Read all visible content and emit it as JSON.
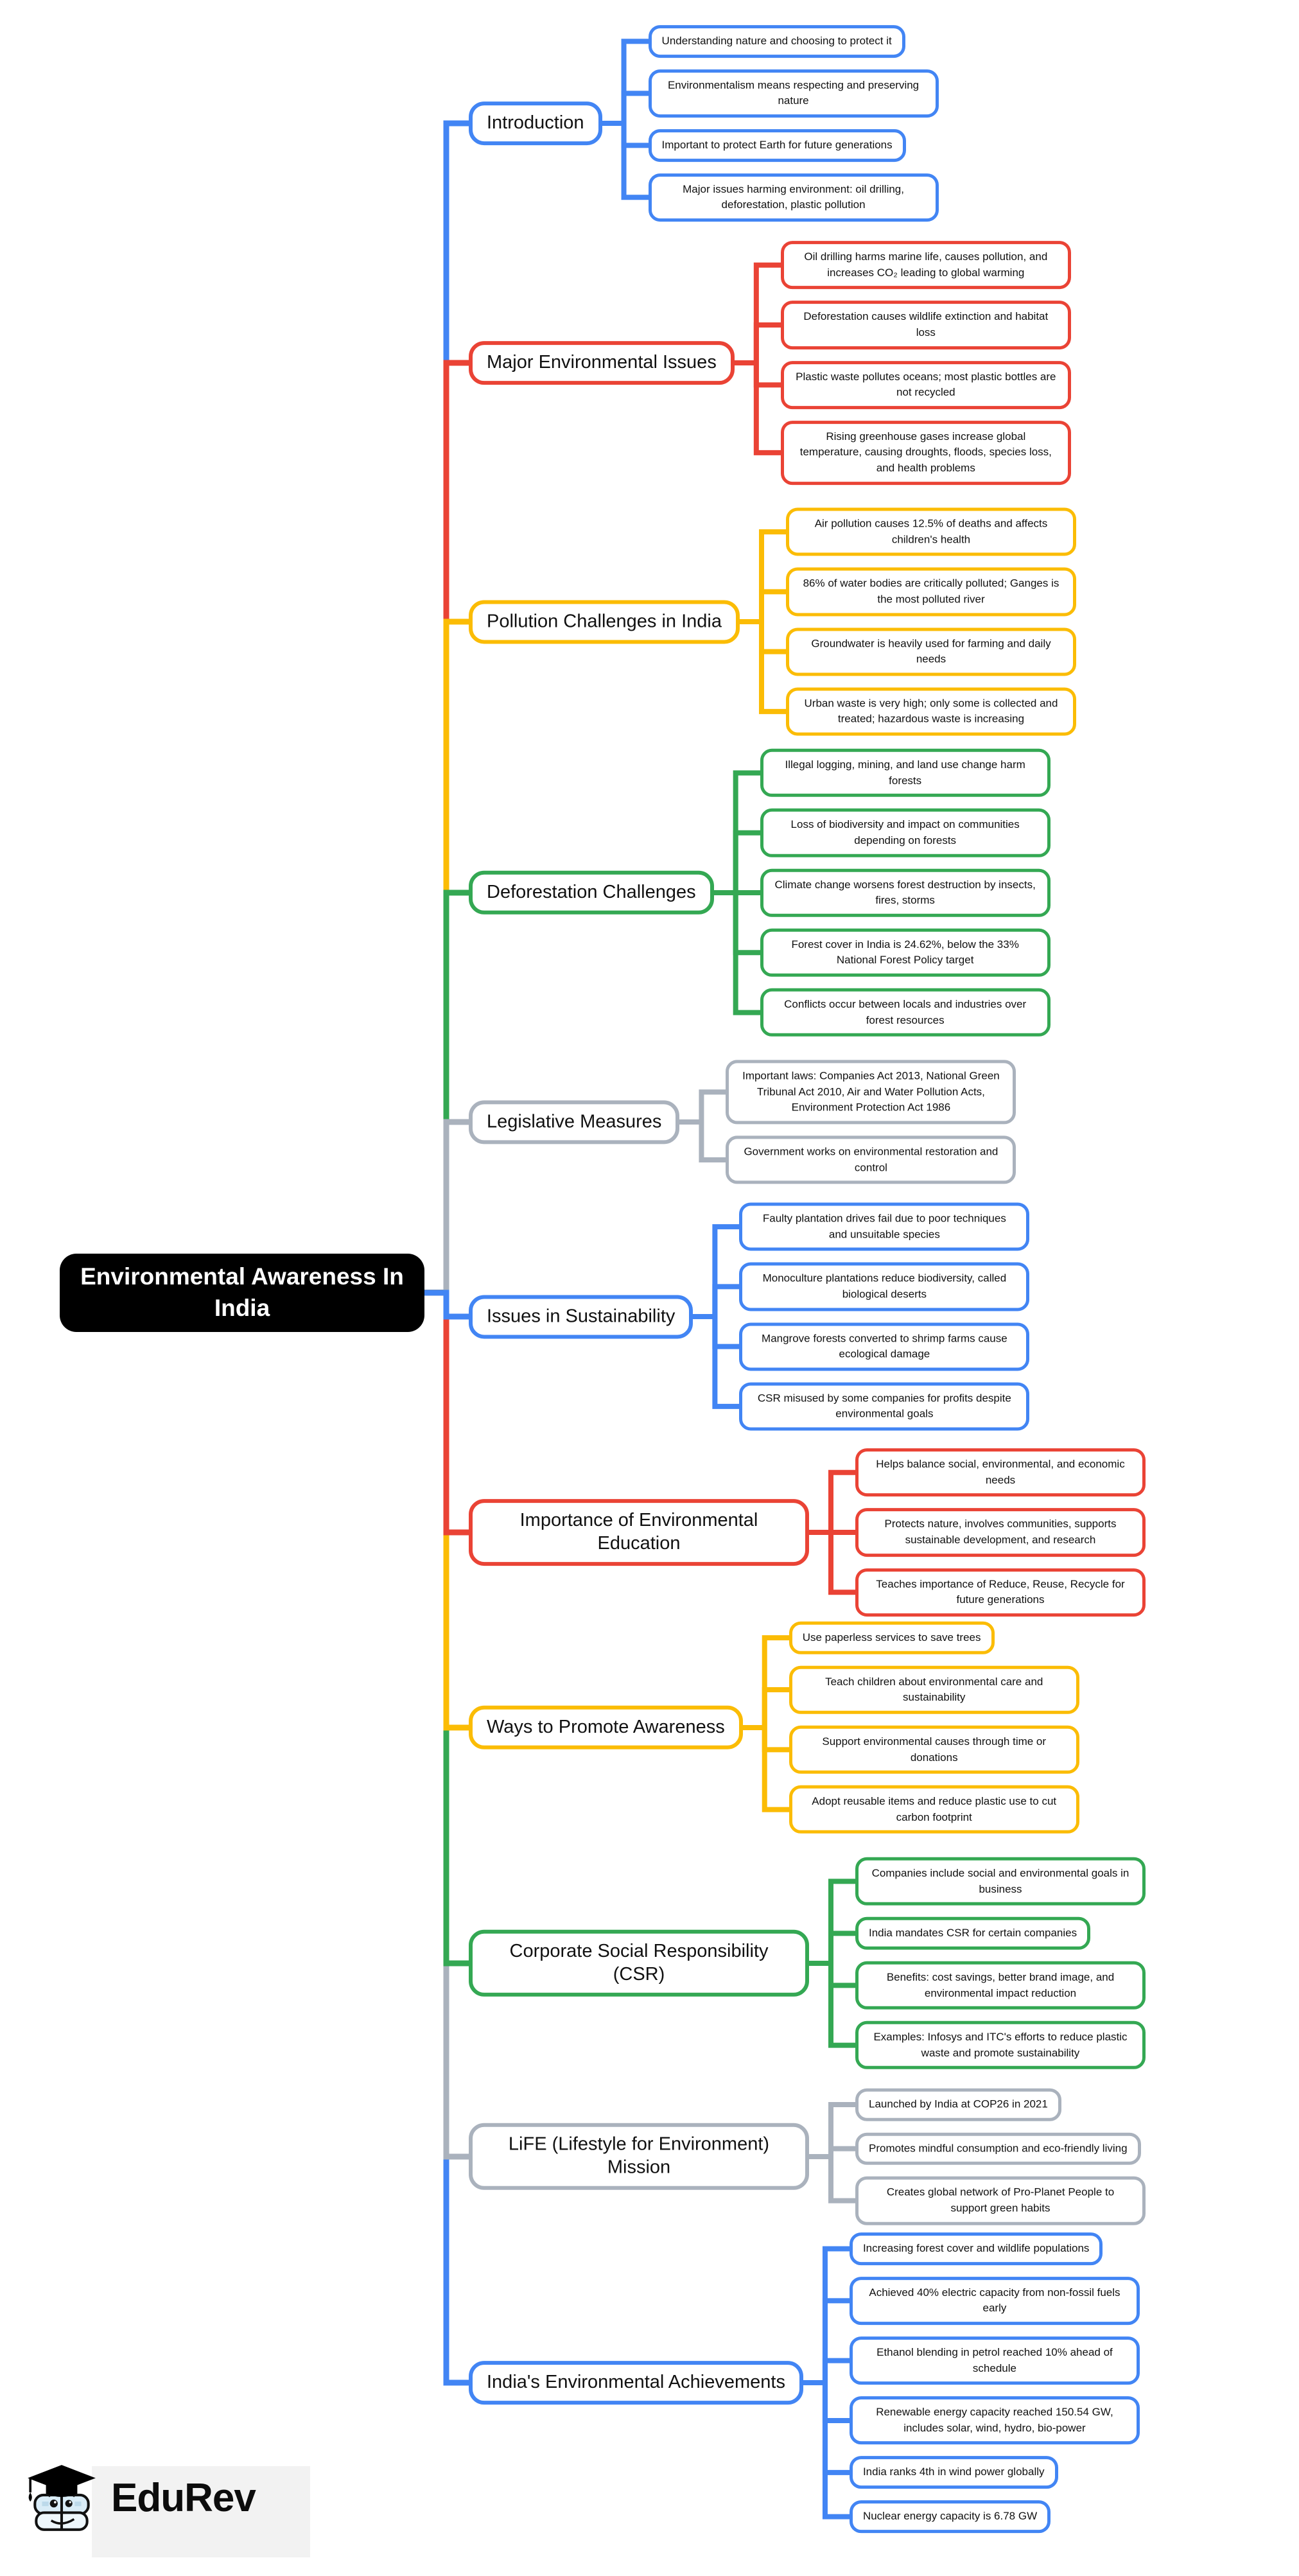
{
  "root": {
    "title": "Environmental Awareness In India",
    "background": "#000000",
    "text_color": "#ffffff"
  },
  "branches": [
    {
      "id": "introduction",
      "label": "Introduction",
      "color": "#4285F4",
      "children": [
        "Understanding nature and choosing to protect it",
        "Environmentalism means respecting and preserving nature",
        "Important to protect Earth for future generations",
        "Major issues harming environment: oil drilling, deforestation, plastic pollution"
      ]
    },
    {
      "id": "major-environmental-issues",
      "label": "Major Environmental Issues",
      "color": "#EA4335",
      "children": [
        "Oil drilling harms marine life, causes pollution, and increases CO₂ leading to global warming",
        "Deforestation causes wildlife extinction and habitat loss",
        "Plastic waste pollutes oceans; most plastic bottles are not recycled",
        "Rising greenhouse gases increase global temperature, causing droughts, floods, species loss, and health problems"
      ]
    },
    {
      "id": "pollution-challenges-in-india",
      "label": "Pollution Challenges in India",
      "color": "#FBBC05",
      "children": [
        "Air pollution causes 12.5% of deaths and affects children's health",
        "86% of water bodies are critically polluted; Ganges is the most polluted river",
        "Groundwater is heavily used for farming and daily needs",
        "Urban waste is very high; only some is collected and treated; hazardous waste is increasing"
      ]
    },
    {
      "id": "deforestation-challenges",
      "label": "Deforestation Challenges",
      "color": "#34A853",
      "children": [
        "Illegal logging, mining, and land use change harm forests",
        "Loss of biodiversity and impact on communities depending on forests",
        "Climate change worsens forest destruction by insects, fires, storms",
        "Forest cover in India is 24.62%, below the 33% National Forest Policy target",
        "Conflicts occur between locals and industries over forest resources"
      ]
    },
    {
      "id": "legislative-measures",
      "label": "Legislative Measures",
      "color": "#AAB2BD",
      "children": [
        "Important laws: Companies Act 2013, National Green Tribunal Act 2010, Air and Water Pollution Acts, Environment Protection Act 1986",
        "Government works on environmental restoration and control"
      ]
    },
    {
      "id": "issues-in-sustainability",
      "label": "Issues in Sustainability",
      "color": "#4285F4",
      "children": [
        "Faulty plantation drives fail due to poor techniques and unsuitable species",
        "Monoculture plantations reduce biodiversity, called biological deserts",
        "Mangrove forests converted to shrimp farms cause ecological damage",
        "CSR misused by some companies for profits despite environmental goals"
      ]
    },
    {
      "id": "importance-of-environmental-education",
      "label": "Importance of Environmental Education",
      "color": "#EA4335",
      "children": [
        "Helps balance social, environmental, and economic needs",
        "Protects nature, involves communities, supports sustainable development, and research",
        "Teaches importance of Reduce, Reuse, Recycle for future generations"
      ]
    },
    {
      "id": "ways-to-promote-awareness",
      "label": "Ways to Promote Awareness",
      "color": "#FBBC05",
      "children": [
        "Use paperless services to save trees",
        "Teach children about environmental care and sustainability",
        "Support environmental causes through time or donations",
        "Adopt reusable items and reduce plastic use to cut carbon footprint"
      ]
    },
    {
      "id": "corporate-social-responsibility",
      "label": "Corporate Social Responsibility (CSR)",
      "color": "#34A853",
      "children": [
        "Companies include social and environmental goals in business",
        "India mandates CSR for certain companies",
        "Benefits: cost savings, better brand image, and environmental impact reduction",
        "Examples: Infosys and ITC's efforts to reduce plastic waste and promote sustainability"
      ]
    },
    {
      "id": "life-mission",
      "label": "LiFE (Lifestyle for Environment) Mission",
      "color": "#AAB2BD",
      "children": [
        "Launched by India at COP26 in 2021",
        "Promotes mindful consumption and eco-friendly living",
        "Creates global network of Pro-Planet People to support green habits"
      ]
    },
    {
      "id": "indias-environmental-achievements",
      "label": "India's Environmental Achievements",
      "color": "#4285F4",
      "children": [
        "Increasing forest cover and wildlife populations",
        "Achieved 40% electric capacity from non-fossil fuels early",
        "Ethanol blending in petrol reached 10% ahead of schedule",
        "Renewable energy capacity reached 150.54 GW, includes solar, wind, hydro, bio-power",
        "India ranks 4th in wind power globally",
        "Nuclear energy capacity is 6.78 GW"
      ]
    }
  ],
  "footer": {
    "brand": "EduRev"
  }
}
